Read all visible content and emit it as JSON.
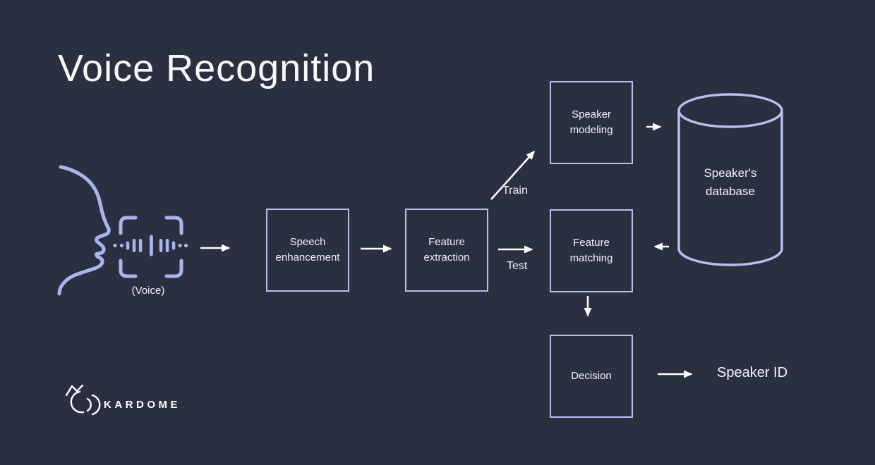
{
  "title": "Voice Recognition",
  "colors": {
    "background": "#2a3040",
    "accent": "#a9b6ee",
    "box_border": "#b4c0ee",
    "arrow": "#ffffff",
    "text": "#f0f2f7"
  },
  "diagram": {
    "voice_label": "(Voice)",
    "nodes": {
      "speech_enhancement": {
        "label": "Speech enhancement"
      },
      "feature_extraction": {
        "label": "Feature extraction"
      },
      "speaker_modeling": {
        "label": "Speaker modeling"
      },
      "feature_matching": {
        "label": "Feature matching"
      },
      "decision": {
        "label": "Decision"
      },
      "speakers_database": {
        "label": "Speaker's database"
      }
    },
    "edge_labels": {
      "train": "Train",
      "test": "Test"
    },
    "output_label": "Speaker ID",
    "icons": [
      "face-profile-icon",
      "voice-waveform-icon",
      "database-cylinder",
      "kardome-logo-icon"
    ]
  },
  "branding": {
    "logo_text": "KARDOME"
  }
}
